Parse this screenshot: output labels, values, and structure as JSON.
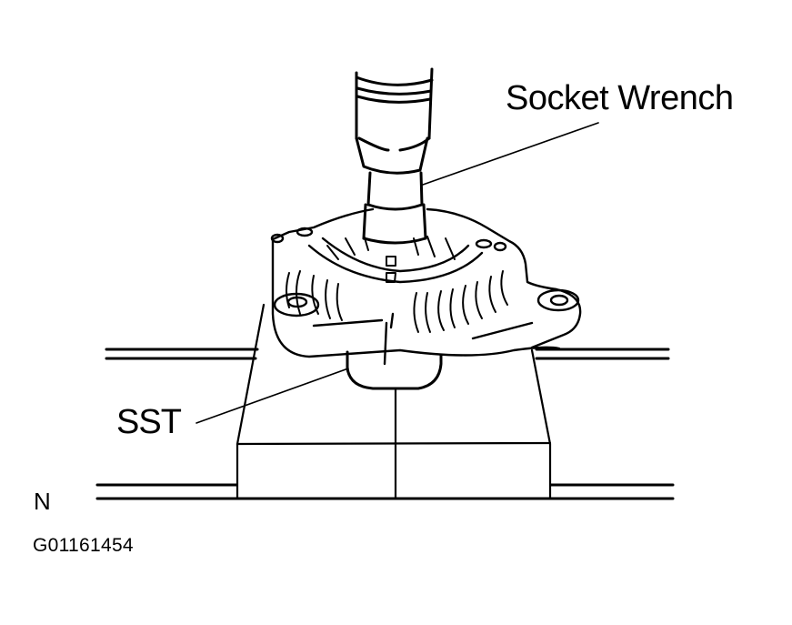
{
  "figure": {
    "description": "Line drawing of an alternator held in a vise (SST) while a socket wrench engages the pulley nut from above",
    "colors": {
      "ink": "#000000",
      "background": "#ffffff"
    }
  },
  "labels": {
    "socket_wrench": "Socket Wrench",
    "sst": "SST",
    "torque_direction": "N",
    "figure_code": "G01161454"
  }
}
